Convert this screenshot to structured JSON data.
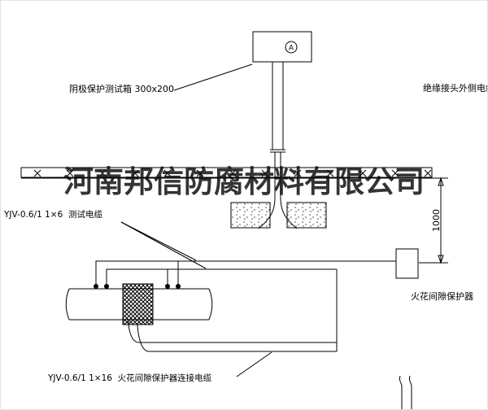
{
  "watermark": {
    "text": "河南邦信防腐材料有限公司"
  },
  "labels": {
    "test_box": "阴极保护测试箱 300x200",
    "outer_cable": "绝缘接头外侧电缆",
    "test_cable": "YJV-0.6/1 1×6  测试电缆",
    "spark_gap": "火花间隙保护器",
    "bottom_cable": "YJV-0.6/1 1×16  火花间隙保护器连接电缆",
    "dimension_1000": "1000",
    "meter": "A"
  },
  "colors": {
    "line": "#000000",
    "watermark": "#111111",
    "background": "#ffffff"
  }
}
